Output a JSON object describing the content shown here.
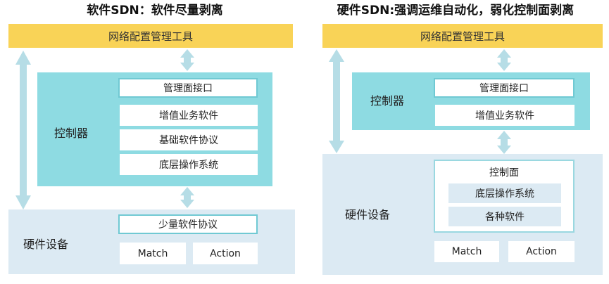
{
  "left": {
    "title": "软件SDN：软件尽量剥离",
    "mgmt_tool": "网络配置管理工具",
    "controller_label": "控制器",
    "controller_items": [
      "管理面接口",
      "增值业务软件",
      "基础软件协议",
      "底层操作系统"
    ],
    "hardware_label": "硬件设备",
    "hardware_protocol": "少量软件协议",
    "match": "Match",
    "action": "Action"
  },
  "right": {
    "title": "硬件SDN:强调运维自动化，弱化控制面剥离",
    "mgmt_tool": "网络配置管理工具",
    "controller_label": "控制器",
    "controller_items": [
      "管理面接口",
      "增值业务软件"
    ],
    "hardware_label": "硬件设备",
    "control_plane_label": "控制面",
    "control_plane_items": [
      "底层操作系统",
      "各种软件"
    ],
    "match": "Match",
    "action": "Action"
  },
  "colors": {
    "mgmt_bar": "#f9d357",
    "controller": "#8edbe2",
    "hardware": "#dceaf3",
    "arrow": "#b6dde6",
    "box_border": "#70c9d3"
  }
}
